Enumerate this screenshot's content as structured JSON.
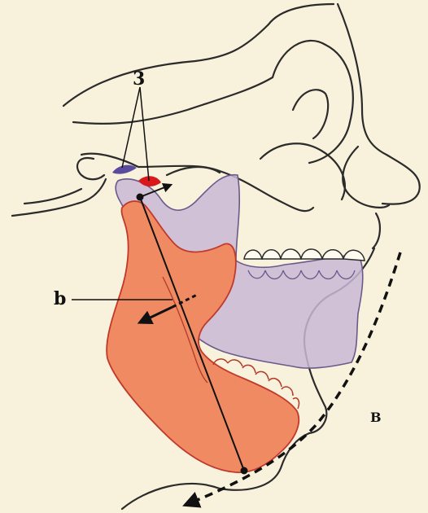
{
  "figure": {
    "label_3": "3",
    "label_b": "b",
    "label_B": "B"
  },
  "colors": {
    "background": "#f8f1dc",
    "mandible_displaced": "#ef8a62",
    "mandible_original": "#c9b8d6",
    "condyle_mark_red": "#d7191c",
    "condyle_mark_purple": "#5b4b9c",
    "ink": "#2b2b2b"
  },
  "icons": {
    "translation_arrow": "arrow-right-up",
    "rotation_arrow": "arrow-down-left",
    "chin_path": "dashed-curved-arrow"
  }
}
